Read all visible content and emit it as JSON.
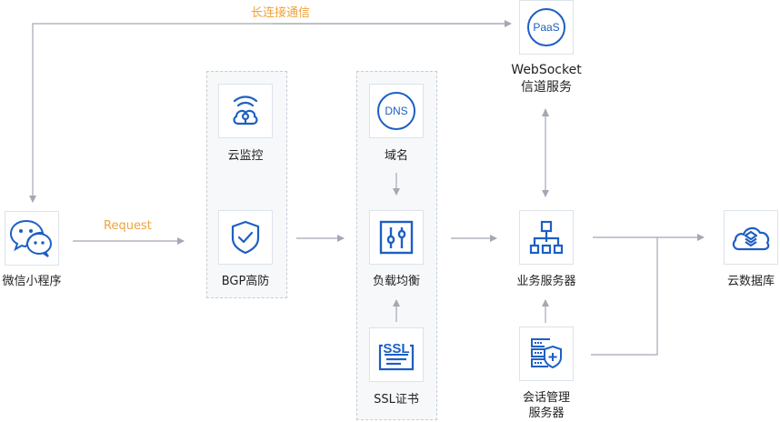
{
  "diagram": {
    "edge_labels": {
      "long_connection": "长连接通信",
      "request": "Request"
    },
    "nodes": {
      "wechat": {
        "label": "微信小程序",
        "icon": "wechat-icon"
      },
      "paas": {
        "label_line1": "WebSocket",
        "label_line2": "信道服务",
        "icon_text": "PaaS",
        "icon": "paas-icon"
      },
      "cloud_monitor": {
        "label": "云监控",
        "icon": "cloud-monitor-icon"
      },
      "bgp": {
        "label": "BGP高防",
        "icon": "shield-check-icon"
      },
      "dns": {
        "label": "域名",
        "icon_text": "DNS",
        "icon": "dns-icon"
      },
      "load_balancer": {
        "label": "负载均衡",
        "icon": "sliders-icon"
      },
      "ssl": {
        "label": "SSL证书",
        "icon_text": "SSL",
        "icon": "ssl-certificate-icon"
      },
      "business_server": {
        "label": "业务服务器",
        "icon": "hierarchy-icon"
      },
      "session_server": {
        "label_line1": "会话管理",
        "label_line2": "服务器",
        "icon": "server-shield-icon"
      },
      "cloud_db": {
        "label": "云数据库",
        "icon": "cloud-database-icon"
      }
    },
    "colors": {
      "icon_blue": "#1d5fc4",
      "connector_gray": "#a3a8b3",
      "accent_orange": "#f0a33a"
    }
  }
}
